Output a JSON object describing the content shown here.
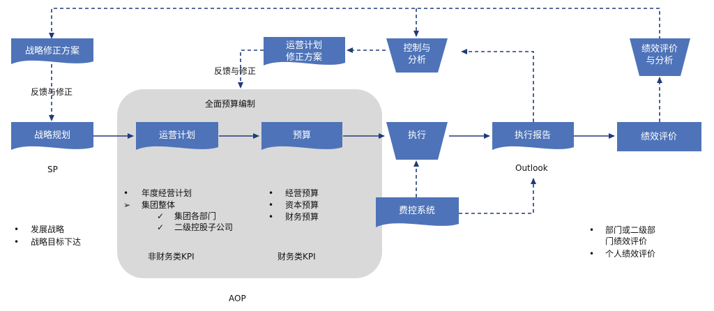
{
  "nodes": {
    "strategy_revision": "战略修正方案",
    "ops_plan_revision": "运营计划\n修正方案",
    "control_analysis": "控制与\n分析",
    "perf_eval_analysis": "绩效评价\n与分析",
    "strategic_plan": "战略规划",
    "ops_plan": "运营计划",
    "budget": "预算",
    "execution": "执行",
    "exec_report": "执行报告",
    "perf_eval": "绩效评价",
    "expense_system": "费控系统"
  },
  "labels": {
    "feedback_left": "反馈与修正",
    "feedback_top": "反馈与修正",
    "sp": "SP",
    "budget_group_title": "全面预算编制",
    "outlook": "Outlook",
    "aop": "AOP",
    "non_fin_kpi": "非财务类KPI",
    "fin_kpi": "财务类KPI"
  },
  "lists": {
    "strategy": [
      "发展战略",
      "战略目标下达"
    ],
    "ops": [
      {
        "marker": "•",
        "text": "年度经营计划",
        "indent": 0
      },
      {
        "marker": "➢",
        "text": "集团整体",
        "indent": 0
      },
      {
        "marker": "✓",
        "text": "集团各部门",
        "indent": 1
      },
      {
        "marker": "✓",
        "text": "二级控股子公司",
        "indent": 1
      }
    ],
    "budget": [
      "经营预算",
      "资本预算",
      "财务预算"
    ],
    "perf": [
      "部门或二级部\n门绩效评价",
      "个人绩效评价"
    ]
  },
  "colors": {
    "node_fill": "#4e73b8",
    "group_fill": "#d9d9d9",
    "arrow": "#1f3c7a"
  }
}
